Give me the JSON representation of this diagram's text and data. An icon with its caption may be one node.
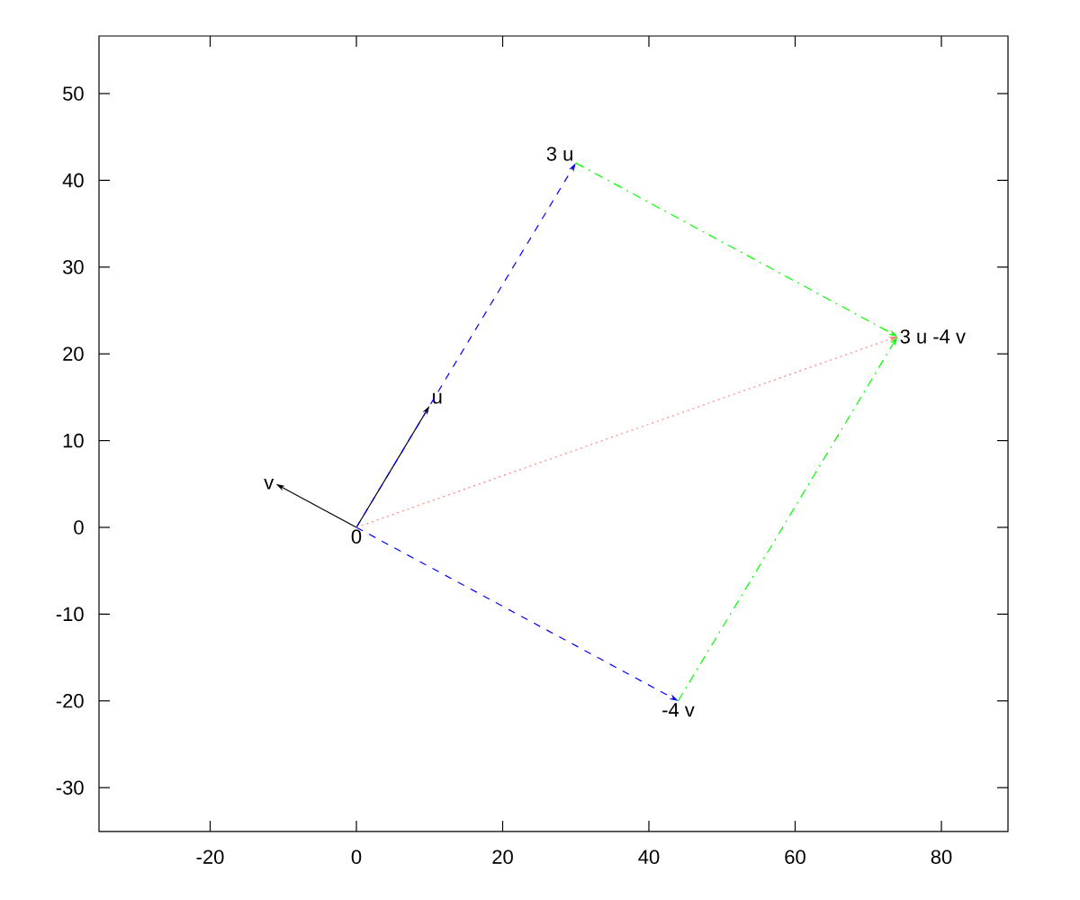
{
  "diagram": {
    "nodes": [
      {
        "text": [
          "0"
        ]
      },
      {
        "text": [
          "u"
        ]
      },
      {
        "text": [
          "v"
        ]
      },
      {
        "text": [
          "3 u"
        ]
      },
      {
        "text": [
          "-4 v"
        ]
      },
      {
        "text": [
          "3 u -4 v"
        ]
      }
    ],
    "edges": [
      {
        "from": 0,
        "to": 1,
        "arrow": "to",
        "color": "#000000"
      },
      {
        "from": 0,
        "to": 2,
        "arrow": "to",
        "color": "#000000"
      },
      {
        "from": 0,
        "to": 3,
        "arrow": "to",
        "style": "dashed",
        "color": "#0000ff"
      },
      {
        "from": 0,
        "to": 4,
        "arrow": "to",
        "style": "dashed",
        "color": "#0000ff"
      },
      {
        "from": 3,
        "to": 5,
        "arrow": "to",
        "style": "dashed",
        "color": "#00ff00"
      },
      {
        "from": 4,
        "to": 5,
        "arrow": "to",
        "style": "dashed",
        "color": "#00ff00"
      },
      {
        "from": 0,
        "to": 5,
        "arrow": "to",
        "style": "dashed",
        "color": "#ff8080"
      }
    ],
    "labels": [
      "50",
      "40",
      "30",
      "20",
      "10",
      "0",
      "-10",
      "-20",
      "-30",
      "-20",
      "0",
      "20",
      "40",
      "60",
      "80"
    ]
  }
}
